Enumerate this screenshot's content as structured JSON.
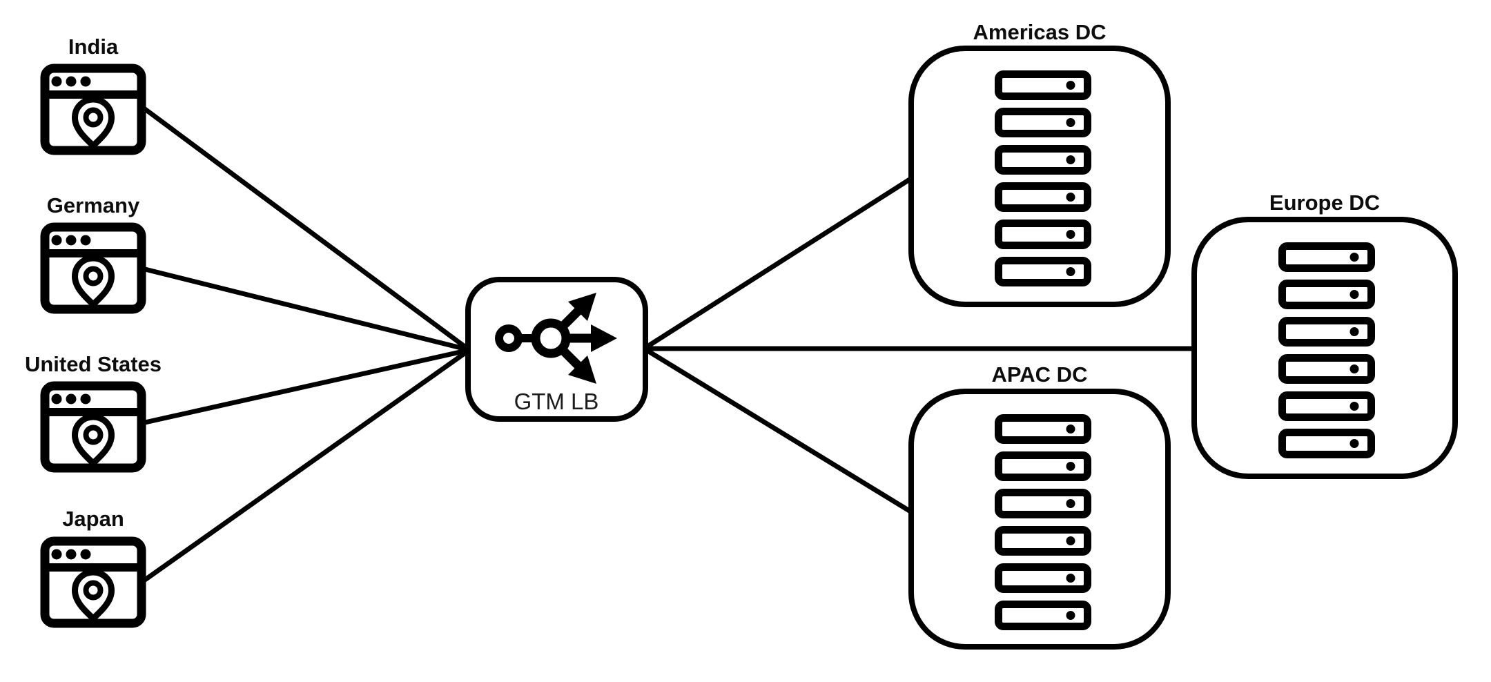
{
  "diagram": {
    "type": "network-architecture",
    "background": "#ffffff",
    "line_color": "#000000",
    "text_color": "#0d0d0d"
  },
  "clients": [
    {
      "id": "india",
      "label": "India",
      "icon": "browser-location-icon"
    },
    {
      "id": "germany",
      "label": "Germany",
      "icon": "browser-location-icon"
    },
    {
      "id": "united-states",
      "label": "United States",
      "icon": "browser-location-icon"
    },
    {
      "id": "japan",
      "label": "Japan",
      "icon": "browser-location-icon"
    }
  ],
  "load_balancer": {
    "id": "gtm-lb",
    "label": "GTM LB",
    "icon": "load-balancer-icon"
  },
  "datacenters": [
    {
      "id": "americas",
      "label": "Americas DC",
      "server_count": 6
    },
    {
      "id": "apac",
      "label": "APAC DC",
      "server_count": 6
    },
    {
      "id": "europe",
      "label": "Europe DC",
      "server_count": 6
    }
  ],
  "edges": [
    {
      "from": "India",
      "to": "GTM LB"
    },
    {
      "from": "Germany",
      "to": "GTM LB"
    },
    {
      "from": "United States",
      "to": "GTM LB"
    },
    {
      "from": "Japan",
      "to": "GTM LB"
    },
    {
      "from": "GTM LB",
      "to": "Americas DC"
    },
    {
      "from": "GTM LB",
      "to": "Europe DC"
    },
    {
      "from": "GTM LB",
      "to": "APAC DC"
    }
  ]
}
